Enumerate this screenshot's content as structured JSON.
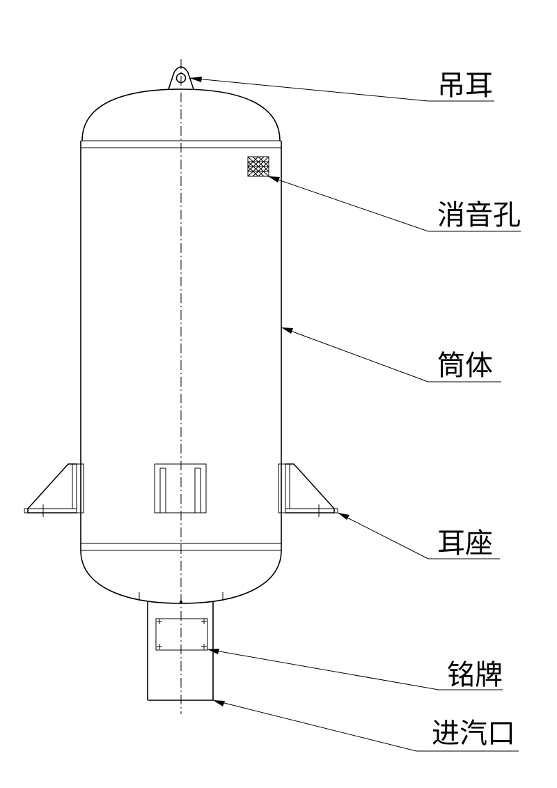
{
  "labels": {
    "lifting_lug": "吊耳",
    "muffler_holes": "消音孔",
    "shell": "筒体",
    "support_lug": "耳座",
    "nameplate": "铭牌",
    "steam_inlet": "进汽口"
  }
}
